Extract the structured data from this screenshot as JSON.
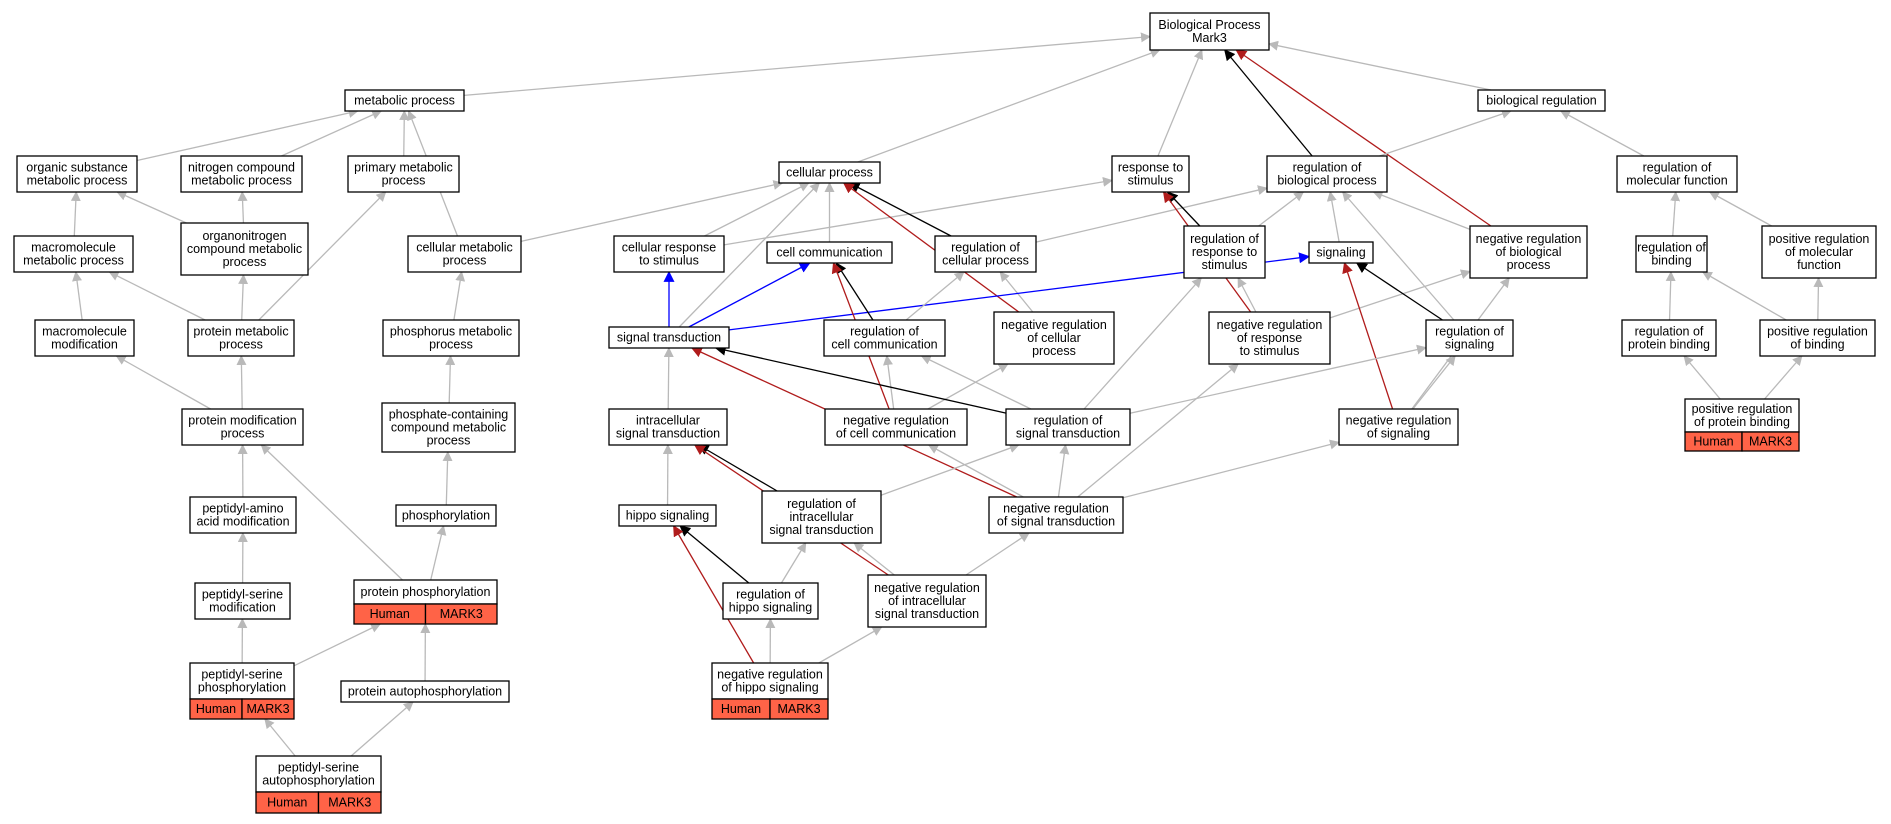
{
  "edge_colors": {
    "is_a": "#b9b9b9",
    "regulates": "#000000",
    "negatively_regulates": "#b01c1c",
    "positively_regulates": "#0000ff"
  },
  "annotation_color": "#ff6347",
  "nodes": {
    "bp": {
      "lines": [
        "Biological Process",
        "Mark3"
      ]
    },
    "metabolic": {
      "lines": [
        "metabolic process"
      ]
    },
    "bioreg": {
      "lines": [
        "biological regulation"
      ]
    },
    "organic": {
      "lines": [
        "organic substance",
        "metabolic process"
      ]
    },
    "nitrogen": {
      "lines": [
        "nitrogen compound",
        "metabolic process"
      ]
    },
    "primary": {
      "lines": [
        "primary metabolic",
        "process"
      ]
    },
    "cellular": {
      "lines": [
        "cellular process"
      ]
    },
    "response": {
      "lines": [
        "response to",
        "stimulus"
      ]
    },
    "regbio": {
      "lines": [
        "regulation of",
        "biological process"
      ]
    },
    "regmol": {
      "lines": [
        "regulation of",
        "molecular function"
      ]
    },
    "macromet": {
      "lines": [
        "macromolecule",
        "metabolic process"
      ]
    },
    "orgnitro": {
      "lines": [
        "organonitrogen",
        "compound metabolic",
        "process"
      ]
    },
    "cellmet": {
      "lines": [
        "cellular metabolic",
        "process"
      ]
    },
    "cellresp": {
      "lines": [
        "cellular response",
        "to stimulus"
      ]
    },
    "cellcomm": {
      "lines": [
        "cell communication"
      ]
    },
    "regcell": {
      "lines": [
        "regulation of",
        "cellular process"
      ]
    },
    "regresp": {
      "lines": [
        "regulation of",
        "response to",
        "stimulus"
      ]
    },
    "signaling": {
      "lines": [
        "signaling"
      ]
    },
    "negbio": {
      "lines": [
        "negative regulation",
        "of biological",
        "process"
      ]
    },
    "regbind": {
      "lines": [
        "regulation of",
        "binding"
      ]
    },
    "posmol": {
      "lines": [
        "positive regulation",
        "of molecular",
        "function"
      ]
    },
    "macromod": {
      "lines": [
        "macromolecule",
        "modification"
      ]
    },
    "protmet": {
      "lines": [
        "protein metabolic",
        "process"
      ]
    },
    "phosmet": {
      "lines": [
        "phosphorus metabolic",
        "process"
      ]
    },
    "sigtrans": {
      "lines": [
        "signal transduction"
      ]
    },
    "regcellcomm": {
      "lines": [
        "regulation of",
        "cell communication"
      ]
    },
    "negcell": {
      "lines": [
        "negative regulation",
        "of cellular",
        "process"
      ]
    },
    "negresp": {
      "lines": [
        "negative regulation",
        "of response",
        "to stimulus"
      ]
    },
    "regsig": {
      "lines": [
        "regulation of",
        "signaling"
      ]
    },
    "regprotbind": {
      "lines": [
        "regulation of",
        "protein binding"
      ]
    },
    "posbind": {
      "lines": [
        "positive regulation",
        "of binding"
      ]
    },
    "protmod": {
      "lines": [
        "protein modification",
        "process"
      ]
    },
    "phoscont": {
      "lines": [
        "phosphate-containing",
        "compound metabolic",
        "process"
      ]
    },
    "intrasig": {
      "lines": [
        "intracellular",
        "signal transduction"
      ]
    },
    "negcellcomm": {
      "lines": [
        "negative regulation",
        "of cell communication"
      ]
    },
    "regsigtrans": {
      "lines": [
        "regulation of",
        "signal transduction"
      ]
    },
    "negsig": {
      "lines": [
        "negative regulation",
        "of signaling"
      ]
    },
    "posprotbind": {
      "lines": [
        "positive regulation",
        "of protein binding"
      ],
      "annotation": [
        "Human",
        "MARK3"
      ]
    },
    "peptamino": {
      "lines": [
        "peptidyl-amino",
        "acid modification"
      ]
    },
    "phosphorylation": {
      "lines": [
        "phosphorylation"
      ]
    },
    "hippo": {
      "lines": [
        "hippo signaling"
      ]
    },
    "regintra": {
      "lines": [
        "regulation of",
        "intracellular",
        "signal transduction"
      ]
    },
    "negsigtrans": {
      "lines": [
        "negative regulation",
        "of signal transduction"
      ]
    },
    "peptsermod": {
      "lines": [
        "peptidyl-serine",
        "modification"
      ]
    },
    "protphos": {
      "lines": [
        "protein phosphorylation"
      ],
      "annotation": [
        "Human",
        "MARK3"
      ]
    },
    "reghippo": {
      "lines": [
        "regulation of",
        "hippo signaling"
      ]
    },
    "negintra": {
      "lines": [
        "negative regulation",
        "of intracellular",
        "signal transduction"
      ]
    },
    "peptserphos": {
      "lines": [
        "peptidyl-serine",
        "phosphorylation"
      ],
      "annotation": [
        "Human",
        "MARK3"
      ]
    },
    "protauto": {
      "lines": [
        "protein autophosphorylation"
      ]
    },
    "neghippo": {
      "lines": [
        "negative regulation",
        "of hippo signaling"
      ],
      "annotation": [
        "Human",
        "MARK3"
      ]
    },
    "peptserauto": {
      "lines": [
        "peptidyl-serine",
        "autophosphorylation"
      ],
      "annotation": [
        "Human",
        "MARK3"
      ]
    }
  }
}
